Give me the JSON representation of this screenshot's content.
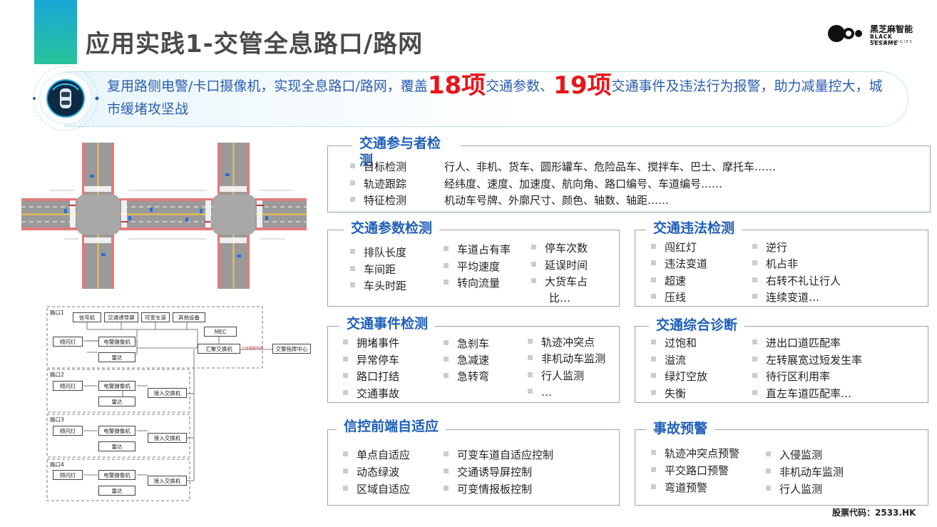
{
  "header": {
    "title": "应用实践1-交管全息路口/路网",
    "logo_cn": "黑芝麻智能",
    "logo_en_1": "BLACK SESAME",
    "logo_en_2": "TECHNOLOGIES"
  },
  "banner": {
    "part1": "复用路侧电警/卡口摄像机，实现全息路口/路网，覆盖",
    "num1": "18项",
    "part2": "交通参数、",
    "num2": "19项",
    "part3": "交通事件及违法行为报警，助力减量控大，城市缓堵攻坚战"
  },
  "colors": {
    "accent": "#1aa6d8",
    "title_blue": "#1f5fb8",
    "highlight_red": "#e8151b"
  },
  "participant": {
    "title": "交通参与者检测",
    "rows": [
      {
        "label": "目标检测",
        "desc": "行人、非机、货车、圆形罐车、危险品车、搅拌车、巴士、摩托车……"
      },
      {
        "label": "轨迹跟踪",
        "desc": "经纬度、速度、加速度、航向角、路口编号、车道编号……"
      },
      {
        "label": "特征检测",
        "desc": "机动车号牌、外廓尺寸、颜色、轴数、轴距……"
      }
    ]
  },
  "params": {
    "title": "交通参数检测",
    "col1": [
      "排队长度",
      "车间距",
      "车头时距"
    ],
    "col2": [
      "车道占有率",
      "平均速度",
      "转向流量"
    ],
    "col3": [
      "停车次数",
      "延误时间",
      "大货车占",
      "比…"
    ]
  },
  "violation": {
    "title": "交通违法检测",
    "col1": [
      "闯红灯",
      "违法变道",
      "超速",
      "压线"
    ],
    "col2": [
      "逆行",
      "机占非",
      "右转不礼让行人",
      "连续变道…"
    ]
  },
  "events": {
    "title": "交通事件检测",
    "col1": [
      "拥堵事件",
      "异常停车",
      "路口打结",
      "交通事故"
    ],
    "col2": [
      "急刹车",
      "急减速",
      "急转弯"
    ],
    "col3": [
      "轨迹冲突点",
      "非机动车监测",
      "行人监测",
      "…"
    ]
  },
  "diagnosis": {
    "title": "交通综合诊断",
    "col1": [
      "过饱和",
      "溢流",
      "绿灯空放",
      "失衡"
    ],
    "col2": [
      "进出口道匹配率",
      "左转展宽过短发生率",
      "待行区利用率",
      "直左车道匹配率…"
    ]
  },
  "signal": {
    "title": "信控前端自适应",
    "col1": [
      "单点自适应",
      "动态绿波",
      "区域自适应"
    ],
    "col2": [
      "可变车道自适应控制",
      "交通诱导屏控制",
      "可变情报板控制"
    ]
  },
  "warning": {
    "title": "事故预警",
    "col1": [
      "轨迹冲突点预警",
      "平交路口预警",
      "弯道预警"
    ],
    "col2": [
      "入侵监测",
      "非机动车监测",
      "行人监测"
    ]
  },
  "network": {
    "junction_1": "路口1",
    "junction_2": "路口2",
    "junction_3": "路口3",
    "junction_4": "路口4",
    "signal_machine": "信号机",
    "guide_screen": "交通诱导屏",
    "variable_lane": "可变车道",
    "other_device": "其他设备",
    "mec": "MEC",
    "flash_light": "频闪灯",
    "camera": "电警摄像机",
    "radar": "雷达",
    "agg_switch": "汇聚交换机",
    "access_switch": "接入交换机",
    "command_center": "交警指挥中心",
    "link_label": "公安视频专网"
  },
  "footer": {
    "stock": "股票代码：2533.HK"
  }
}
